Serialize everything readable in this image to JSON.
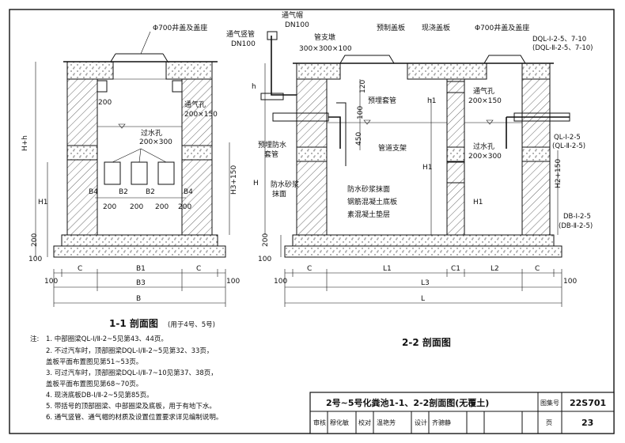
{
  "section_1_1": {
    "title": "1-1 剖面图",
    "subtitle": "(用于4号、5号)",
    "labels": {
      "manhole_cover": "Φ700井盖及盖座",
      "vent_hole": "通气孔",
      "vent_hole_size": "200×150",
      "overflow_hole": "过水孔",
      "overflow_hole_size": "200×300",
      "dim_200_top": "200",
      "b4_left": "B4",
      "b2": "B2",
      "b2_dup": "B2",
      "b4_right": "B4",
      "spacing_200": [
        "200",
        "200",
        "200",
        "200"
      ],
      "h1": "H1",
      "hh": "H+h",
      "h3_150": "H3+150",
      "base_200": "200",
      "base_100": "100",
      "bottom_dims": [
        "100",
        "C",
        "B1",
        "C",
        "100"
      ],
      "b3": "B3",
      "b": "B"
    }
  },
  "section_2_2": {
    "title": "2-2 剖面图",
    "labels": {
      "vent_cap": "通气帽",
      "vent_cap_dn": "DN100",
      "vent_pipe": "通气竖管",
      "vent_pipe_dn": "DN100",
      "pipe_pier": "管支墩",
      "pipe_pier_size": "300×300×100",
      "precast_cover": "预制盖板",
      "cast_cover": "现浇盖板",
      "manhole_cover": "Φ700井盖及盖座",
      "beam_1": "DQL-Ⅰ-2-5、7-10",
      "beam_2": "(DQL-Ⅱ-2-5、7-10)",
      "preburied_sleeve": "预埋套管",
      "vent_hole": "通气孔",
      "vent_hole_size": "200×150",
      "waterproof_sleeve_1": "预埋防水",
      "waterproof_sleeve_2": "套管",
      "pipe_support": "管道支架",
      "ring_beam_1": "QL-Ⅰ-2-5",
      "ring_beam_2": "(QL-Ⅱ-2-5)",
      "overflow_hole": "过水孔",
      "overflow_hole_size": "200×300",
      "plaster_1": "防水砂浆抹面",
      "plaster_2": "防水砂浆",
      "plaster_3": "抹面",
      "slab": "钢筋混凝土底板",
      "cushion": "素混凝土垫层",
      "base_slab_1": "DB-Ⅰ-2-5",
      "base_slab_2": "(DB-Ⅱ-2-5)",
      "dim_h": "h",
      "dim_h1": "h1",
      "dim_120": "120",
      "dim_100": "100",
      "dim_450": "450",
      "dim_H": "H",
      "dim_H1": "H1",
      "dim_H2": "H2+150",
      "dim_H1b": "H1",
      "dim_200": "200",
      "dim_100b": "100",
      "bottom_dims": [
        "100",
        "C",
        "L1",
        "C1",
        "L2",
        "C",
        "100"
      ],
      "l3": "L3",
      "l": "L"
    }
  },
  "notes": {
    "heading": "注:",
    "items": [
      "1. 中部圈梁QL-Ⅰ/Ⅱ-2~5见第43、44页。",
      "2. 不过汽车时，顶部圈梁DQL-Ⅰ/Ⅱ-2~5见第32、33页，",
      "   盖板平面布置图见第51~53页。",
      "3. 可过汽车时，顶部圈梁DQL-Ⅰ/Ⅱ-7~10见第37、38页，",
      "   盖板平面布置图见第68~70页。",
      "4. 现浇底板DB-Ⅰ/Ⅱ-2~5见第85页。",
      "5. 带括号的顶部圈梁、中部圈梁及底板，用于有地下水。",
      "6. 通气竖管、通气帽的材质及设置位置要求详见编制说明。"
    ]
  },
  "title_block": {
    "drawing_title": "2号~5号化粪池1-1、2-2剖面图(无覆土)",
    "atlas_label": "图集号",
    "atlas_no": "22S701",
    "review_label": "审核",
    "reviewer": "穆化敏",
    "check_label": "校对",
    "checker": "温艳芳",
    "design_label": "设计",
    "designer": "齐骢静",
    "page_label": "页",
    "page_no": "23"
  }
}
